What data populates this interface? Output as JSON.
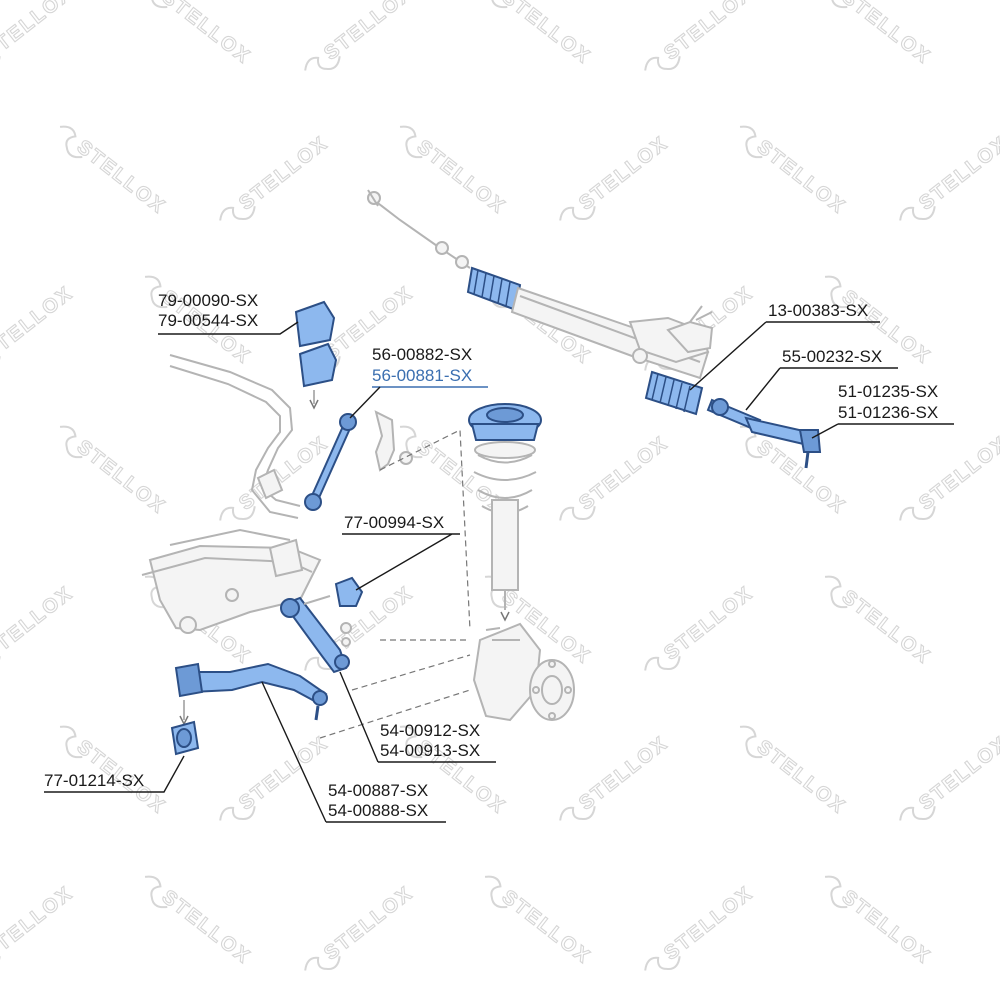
{
  "watermark": {
    "text": "STELLOX"
  },
  "labels": {
    "l79_00090": "79-00090-SX",
    "l79_00544": "79-00544-SX",
    "l56_00882": "56-00882-SX",
    "l56_00881": "56-00881-SX",
    "l13_00383": "13-00383-SX",
    "l55_00232": "55-00232-SX",
    "l51_01235": "51-01235-SX",
    "l51_01236": "51-01236-SX",
    "l77_00994": "77-00994-SX",
    "l54_00912": "54-00912-SX",
    "l54_00913": "54-00913-SX",
    "l77_01214": "77-01214-SX",
    "l54_00887": "54-00887-SX",
    "l54_00888": "54-00888-SX"
  },
  "colors": {
    "part_fill": "#8db8ee",
    "part_stroke": "#2c4f86",
    "highlight_text": "#3b6fb0"
  }
}
